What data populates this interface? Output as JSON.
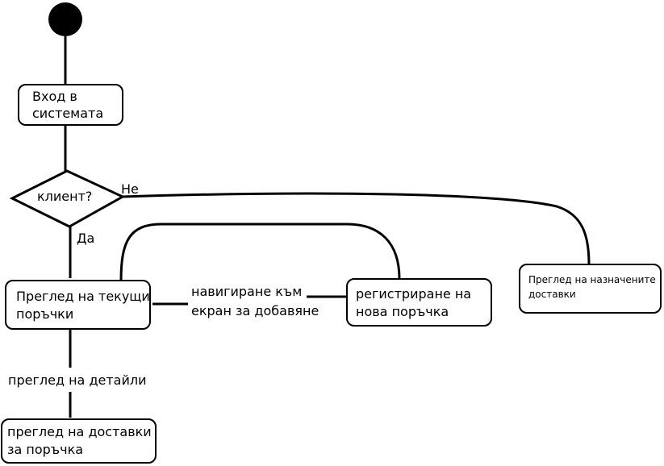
{
  "nodes": {
    "login": {
      "line1": "Вход в",
      "line2": "системата"
    },
    "decision": {
      "label": "клиент?"
    },
    "current_orders": {
      "line1": "Преглед на текущи",
      "line2": "поръчки"
    },
    "register_order": {
      "line1": "регистриране на",
      "line2": "нова поръчка"
    },
    "assigned_deliveries": {
      "line1": "Преглед на назначените",
      "line2": "доставки"
    },
    "order_deliveries": {
      "line1": "преглед на доставки",
      "line2": "за поръчка"
    }
  },
  "edges": {
    "no": "Не",
    "yes": "Да",
    "navigate_line1": "навигиране към",
    "navigate_line2": "екран за добавяне",
    "view_details": "преглед на детайли"
  },
  "colors": {
    "stroke": "#000000",
    "background": "#ffffff"
  }
}
